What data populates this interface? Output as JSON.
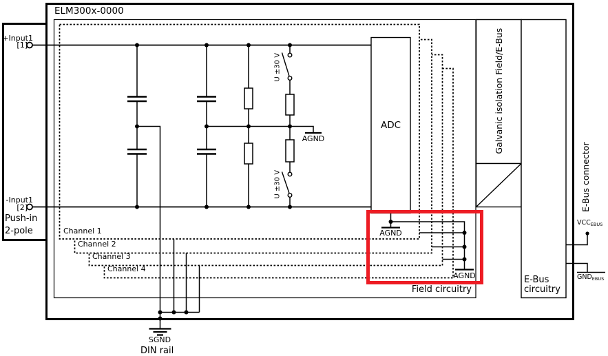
{
  "module": {
    "title": "ELM300x-0000"
  },
  "connector": {
    "input_pos_label": "+Input1",
    "input_pos_pin": "[1]",
    "input_neg_label": "-Input1",
    "input_neg_pin": "[2]",
    "type_line1": "Push-in",
    "type_line2": "2-pole"
  },
  "channels": [
    {
      "label": "Channel 1"
    },
    {
      "label": "Channel 2"
    },
    {
      "label": "Channel 3"
    },
    {
      "label": "Channel 4"
    }
  ],
  "circuit": {
    "adc_label": "ADC",
    "overvoltage_label": "U ±30 V",
    "agnd_label": "AGND",
    "field_label": "Field circuitry"
  },
  "isolation": {
    "label": "Galvanic isolation Field/E-Bus"
  },
  "ebus": {
    "circuitry_line1": "E-Bus",
    "circuitry_line2": "circuitry",
    "connector_label": "E-Bus connector",
    "vcc_label": "VCC",
    "vcc_sub": "EBUS",
    "gnd_label": "GND",
    "gnd_sub": "EBUS"
  },
  "ground": {
    "sgnd_label": "SGND",
    "din_label": "DIN rail"
  },
  "colors": {
    "line": "#000000",
    "highlight": "#ed1c24",
    "background": "#ffffff"
  }
}
